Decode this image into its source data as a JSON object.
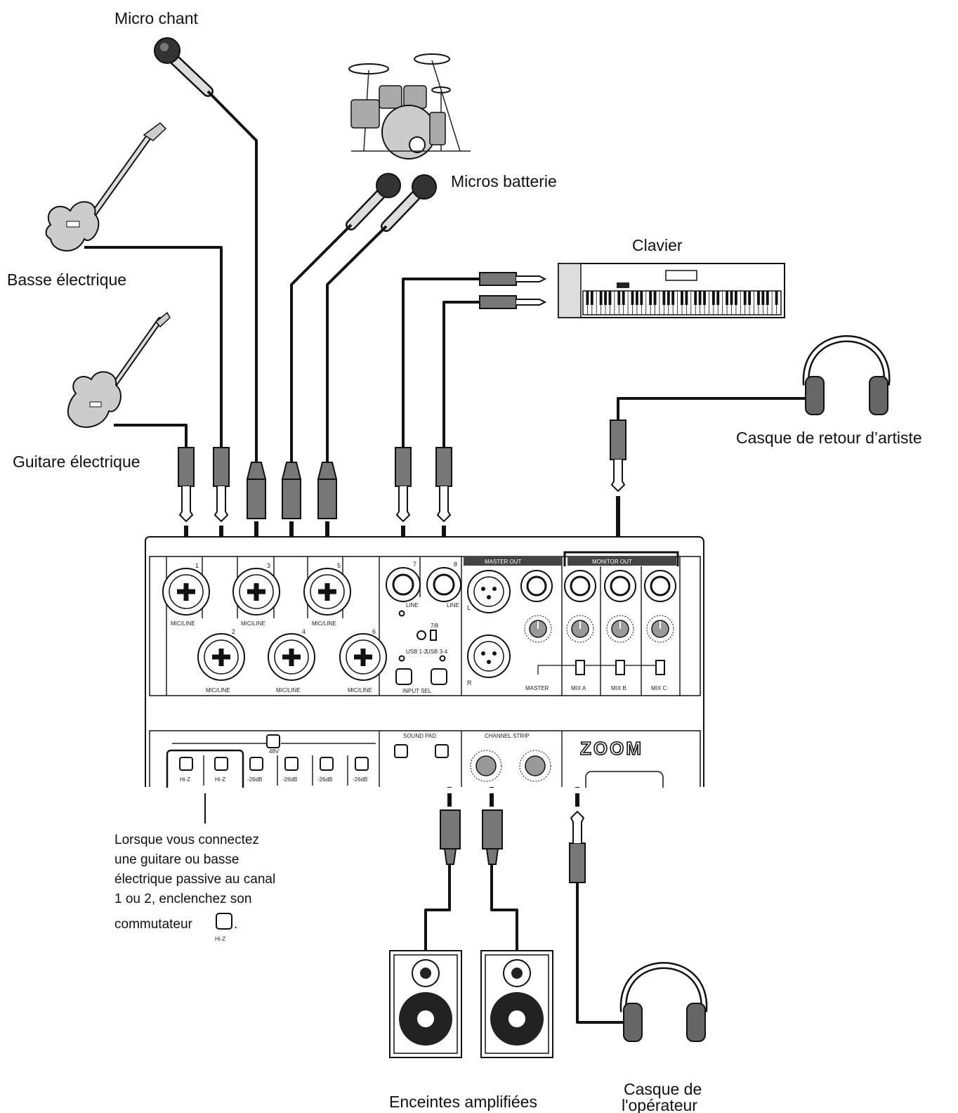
{
  "labels": {
    "micro_chant": "Micro chant",
    "micros_batterie": "Micros batterie",
    "basse": "Basse électrique",
    "clavier": "Clavier",
    "guitare": "Guitare électrique",
    "casque_artiste": "Casque de retour d’artiste",
    "enceintes": "Enceintes amplifiées",
    "casque_operateur_1": "Casque de",
    "casque_operateur_2": "l'opérateur"
  },
  "note": {
    "line1": "Lorsque vous connectez",
    "line2": "une guitare ou basse",
    "line3": "électrique passive au canal",
    "line4": "1 ou 2, enclenchez son",
    "line5": "commutateur",
    "line5_end": ".",
    "switch_label": "Hi-Z"
  },
  "mixer": {
    "master_out": "MASTER OUT",
    "monitor_out": "MONITOR OUT",
    "mic_line": "MIC/LINE",
    "line": "LINE",
    "input_sel": "INPUT SEL",
    "usb12": "USB 1-2",
    "usb34": "USB 3-4",
    "sel78": "7/8",
    "ch1": "1",
    "ch2": "2",
    "ch3": "3",
    "ch4": "4",
    "ch5": "5",
    "ch6": "6",
    "ch7": "7",
    "ch8": "8",
    "l": "L",
    "r": "R",
    "master": "MASTER",
    "mix_a": "MIX A",
    "mix_b": "MIX B",
    "mix_c": "MIX C",
    "sound_pad": "SOUND PAD",
    "channel_strip": "CHANNEL STRIP",
    "plus48v": "48V",
    "hiz1": "Hi-Z",
    "hiz2": "Hi-Z",
    "pad1": "-26dB",
    "pad2": "-26dB",
    "pad3": "-26dB",
    "pad4": "-26dB",
    "brand": "ZOOM"
  }
}
